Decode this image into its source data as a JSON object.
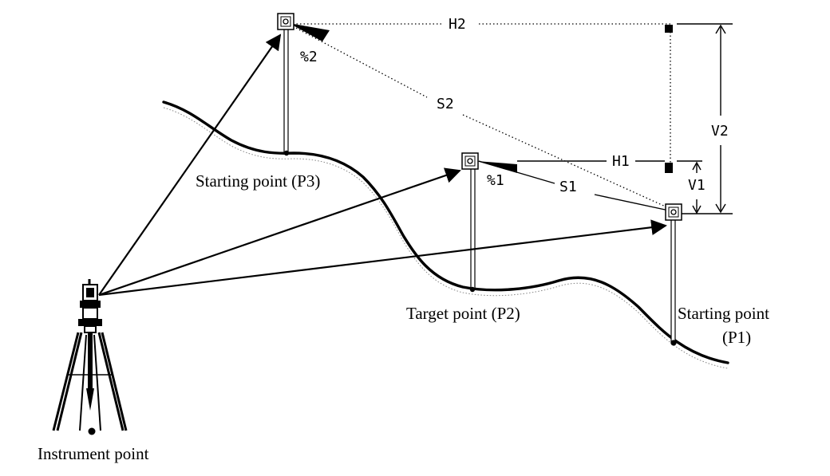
{
  "labels": {
    "p3": "Starting point (P3)",
    "p2": "Target point (P2)",
    "p1_line1": "Starting point",
    "p1_line2": "(P1)",
    "instrument": "Instrument point",
    "h1": "H1",
    "h2": "H2",
    "v1": "V1",
    "v2": "V2",
    "s1": "S1",
    "s2": "S2",
    "g1": "%1",
    "g2": "%2"
  },
  "icons": {
    "instrument": "total-station-tripod-icon",
    "target": "reflector-prism-icon"
  },
  "colors": {
    "line": "#000000",
    "hatch": "#8a8a8a",
    "background": "#ffffff"
  }
}
